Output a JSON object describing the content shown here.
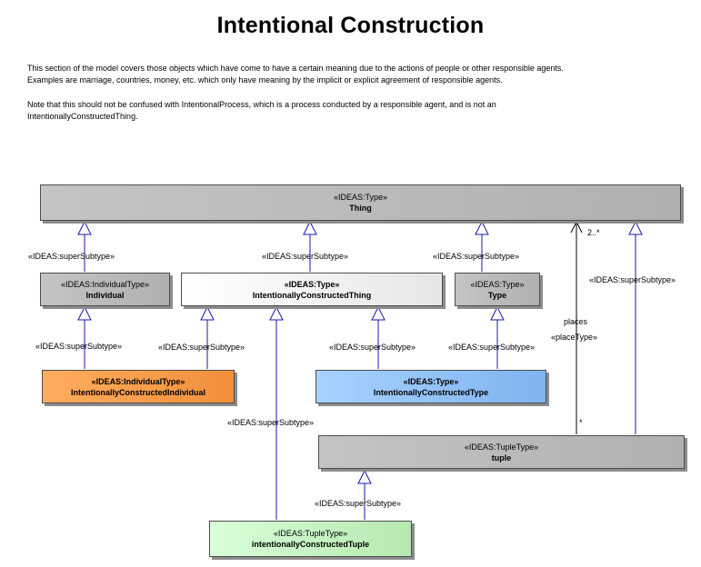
{
  "title": "Intentional Construction",
  "description": {
    "para1_line1": "This section of the model covers those objects which have come to have a certain meaning due to the actions of people or other responsible agents.",
    "para1_line2": "Examples are marriage, countries, money, etc. which only have meaning by the implicit or explicit agreement of responsible agents.",
    "para2_line1": "Note that this should not be confused with IntentionalProcess, which is a process conducted by a responsible agent, and is not an",
    "para2_line2": "IntentionallyConstructedThing."
  },
  "boxes": {
    "thing": {
      "stereotype": "«IDEAS:Type»",
      "name": "Thing"
    },
    "individual": {
      "stereotype": "«IDEAS:IndividualType»",
      "name": "Individual"
    },
    "ict": {
      "stereotype": "«IDEAS:Type»",
      "name": "IntentionallyConstructedThing"
    },
    "type": {
      "stereotype": "«IDEAS:Type»",
      "name": "Type"
    },
    "ici": {
      "stereotype": "«IDEAS:IndividualType»",
      "name": "IntentionallyConstructedIndividual"
    },
    "ictype": {
      "stereotype": "«IDEAS:Type»",
      "name": "IntentionallyConstructedType"
    },
    "tuple": {
      "stereotype": "«IDEAS:TupleType»",
      "name": "tuple"
    },
    "ictuple": {
      "stereotype": "«IDEAS:TupleType»",
      "name": "intentionallyConstructedTuple"
    }
  },
  "labels": {
    "supersubtype": "«IDEAS:superSubtype»",
    "places": "places",
    "placetype": "«placeType»",
    "multiplicity_top": "2..*",
    "multiplicity_bottom": "*"
  },
  "colors": {
    "generalization_line": "#1a1aa8",
    "association_line": "#000000",
    "orange_fill": "#f5a050",
    "blue_fill": "#93c4fb",
    "green_fill": "#c8f5c4",
    "gray_fill": "#bcbcbc"
  }
}
